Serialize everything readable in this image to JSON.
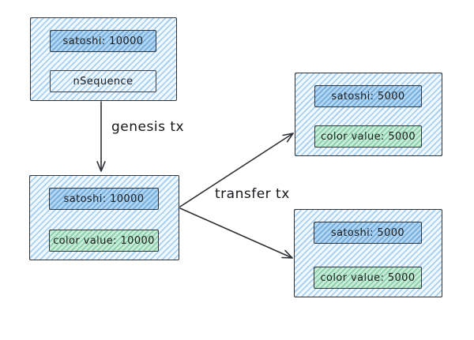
{
  "colors": {
    "background": "#ffffff",
    "stroke": "#1e1e1e",
    "outer_fill": "#a5d8ff",
    "satoshi_fill": "#4dabf7",
    "color_value_fill": "#69db7c"
  },
  "diagram": {
    "nodes": [
      {
        "id": "genesis-input",
        "fields": [
          {
            "label": "satoshi: 10000",
            "style": "blue"
          },
          {
            "label": "nSequence",
            "style": "plain"
          }
        ]
      },
      {
        "id": "genesis-output",
        "fields": [
          {
            "label": "satoshi: 10000",
            "style": "blue"
          },
          {
            "label": "color value: 10000",
            "style": "green"
          }
        ]
      },
      {
        "id": "transfer-output-top",
        "fields": [
          {
            "label": "satoshi: 5000",
            "style": "blue"
          },
          {
            "label": "color value: 5000",
            "style": "green"
          }
        ]
      },
      {
        "id": "transfer-output-bottom",
        "fields": [
          {
            "label": "satoshi: 5000",
            "style": "blue"
          },
          {
            "label": "color value: 5000",
            "style": "green"
          }
        ]
      }
    ],
    "edges": [
      {
        "id": "genesis-arrow",
        "label": "genesis tx",
        "from": "genesis-input",
        "to": "genesis-output"
      },
      {
        "id": "transfer-arrows",
        "label": "transfer tx",
        "from": "genesis-output",
        "to": "transfer-output-top, transfer-output-bottom"
      }
    ]
  }
}
